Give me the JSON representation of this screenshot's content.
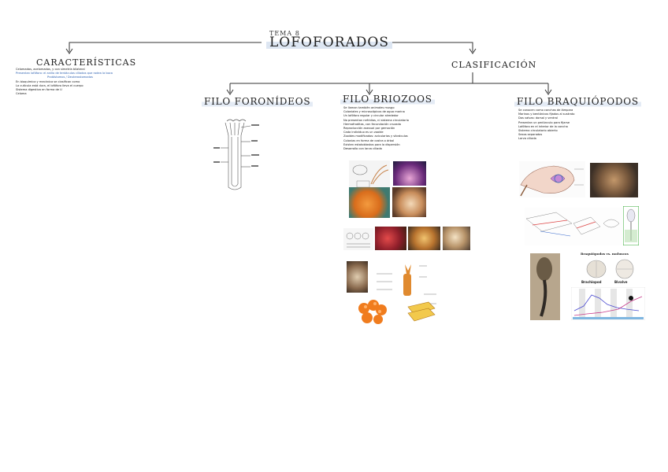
{
  "header": {
    "tema": "TEMA 8",
    "title": "LOFOFORADOS"
  },
  "caracteristicas": {
    "heading": "CARACTERÍSTICAS",
    "lines": [
      "Celomados, acelomados, y con simetría bilateral",
      "Presentan lofóforo: el anillo de tentáculos ciliados que rodea la boca",
      "Protóstomos / Deuterostomados",
      "En bioquímica y mecánica se clasifican como",
      "La cutícula está dura, el lofóforo lleva el cuerpo",
      "Sistema digestivo en forma de U",
      "Celoma"
    ]
  },
  "clasificacion": {
    "heading": "CLASIFICACIÓN"
  },
  "foronideos": {
    "heading": "FILO FORONÍDEOS"
  },
  "briozoos": {
    "heading": "FILO BRIOZOOS",
    "lines": [
      "Se llaman también animales musgo",
      "Coloniales y microscópicos de agua marina",
      "Un lofóforo regular y circular alrededor",
      "No presentan nefridios, ni sistema circulatorio",
      "Hermafroditas, con fecundación cruzada",
      "Reproducción asexual por gemación",
      "Cada individuo es un zooide",
      "Zooides modificados: avicularias y vibráculos",
      "Colonias en forma de costra o árbol",
      "Existen estatoblastos para la dispersión",
      "Desarrollo con larva ciliada"
    ]
  },
  "braquiopodos": {
    "heading": "FILO BRAQUIÓPODOS",
    "lines": [
      "Se conocen como conchas de lámpara",
      "Marinos y bentónicos fijados al sustrato",
      "Dos valvas: dorsal y ventral",
      "Presentan un pedúnculo para fijarse",
      "Lofóforo en el interior de la concha",
      "Sistema circulatorio abierto",
      "Sexos separados",
      "Larva ciliada"
    ],
    "compare_title": "Braquiópodos vs. moluscos",
    "compare_labels": [
      "Brachiopod",
      "Bivalve"
    ]
  }
}
